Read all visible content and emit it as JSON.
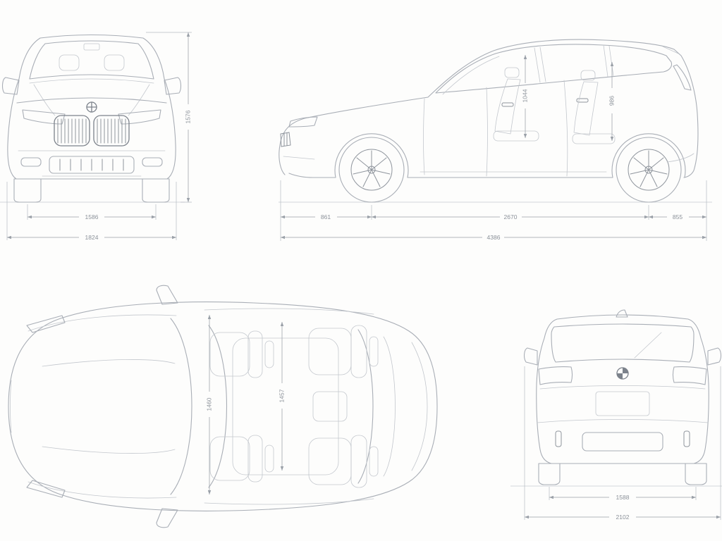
{
  "diagram": {
    "type": "car-dimension-blueprint",
    "views": {
      "front": {
        "label": "front-view",
        "dims": {
          "height": "1576",
          "track": "1586",
          "width": "1824"
        }
      },
      "side": {
        "label": "side-view",
        "dims": {
          "headroom_front": "1044",
          "headroom_rear": "986",
          "front_overhang": "861",
          "wheelbase": "2670",
          "rear_overhang": "855",
          "length": "4386"
        }
      },
      "top": {
        "label": "top-view",
        "dims": {
          "interior_width_front": "1460",
          "interior_width_rear": "1457"
        }
      },
      "rear": {
        "label": "rear-view",
        "dims": {
          "track_rear": "1588",
          "width_incl_mirrors": "2102"
        }
      }
    },
    "colors": {
      "line": "#a9aeb6",
      "dark_line": "#7c828b",
      "dim_line": "#9aa0a8",
      "text": "#8b9199",
      "background": "#fdfdfc"
    }
  }
}
